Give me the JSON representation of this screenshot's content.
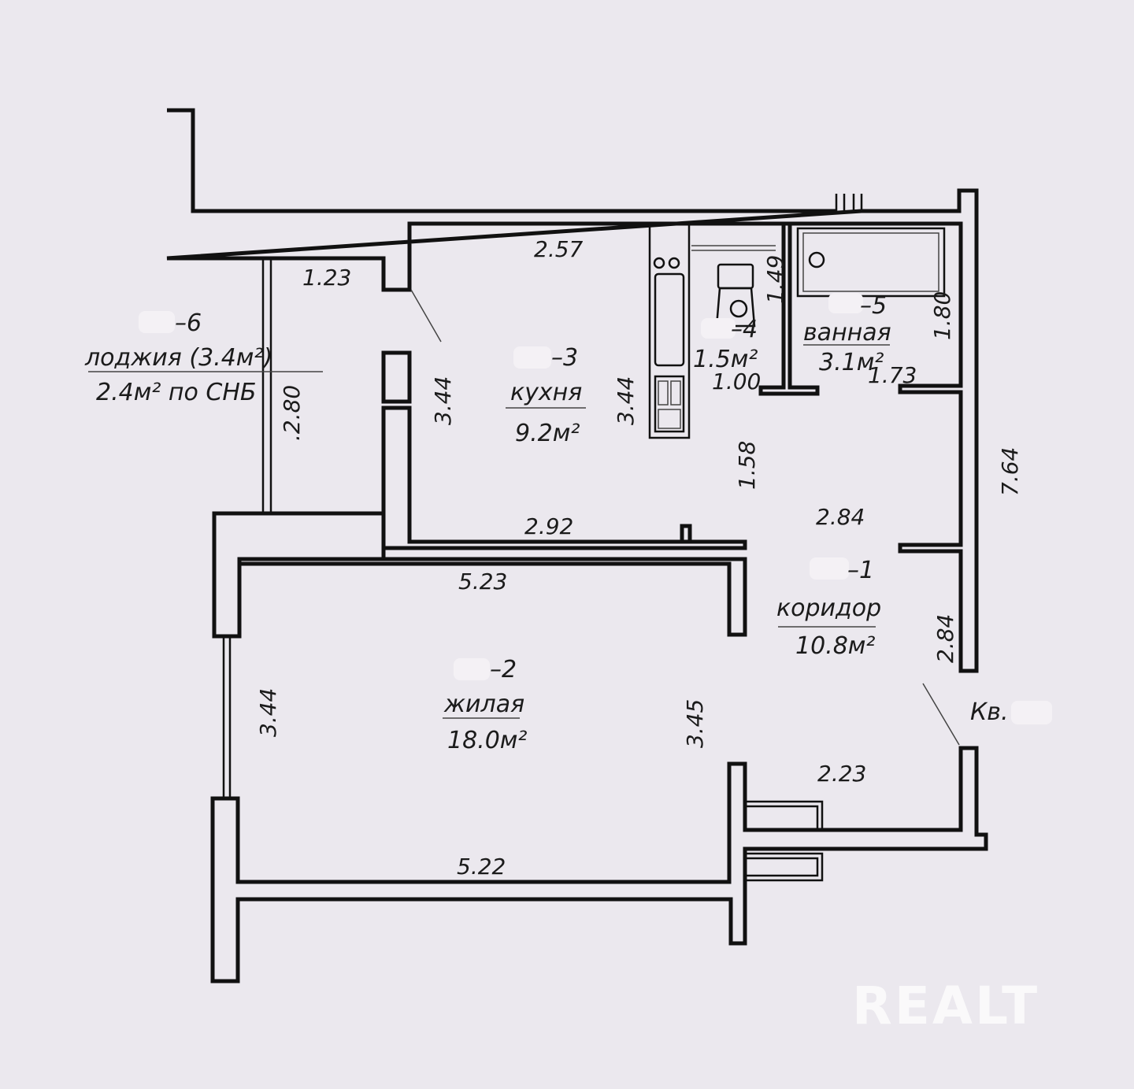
{
  "watermark": "REALT",
  "apartment_label": "Кв.",
  "rooms": {
    "loggia": {
      "number": "–6",
      "name": "лоджия (3.4м²)",
      "area_snb": "2.4м² по СНБ"
    },
    "kitchen": {
      "number": "–3",
      "name": "кухня",
      "area": "9.2м²"
    },
    "toilet": {
      "number": "–4",
      "area": "1.5м²"
    },
    "bathroom": {
      "number": "–5",
      "name": "ванная",
      "area": "3.1м²"
    },
    "corridor": {
      "number": "–1",
      "name": "коридор",
      "area": "10.8м²"
    },
    "living": {
      "number": "–2",
      "name": "жилая",
      "area": "18.0м²"
    }
  },
  "dimensions": {
    "kitchen_top": "2.57",
    "loggia_top": "1.23",
    "loggia_side": ".2.80",
    "kitchen_left": "3.44",
    "kitchen_right": "3.44",
    "toilet_height": "1.49",
    "toilet_width": "1.00",
    "bath_height": "1.80",
    "bath_width": "1.73",
    "kitchen_bottom": "2.92",
    "corridor_mid": "1.58",
    "corridor_width": "2.84",
    "overall_right": "7.64",
    "corridor_lower": "2.84",
    "living_top": "5.23",
    "living_left": "3.44",
    "living_right": "3.45",
    "living_bottom": "5.22",
    "hall_bottom": "2.23"
  }
}
